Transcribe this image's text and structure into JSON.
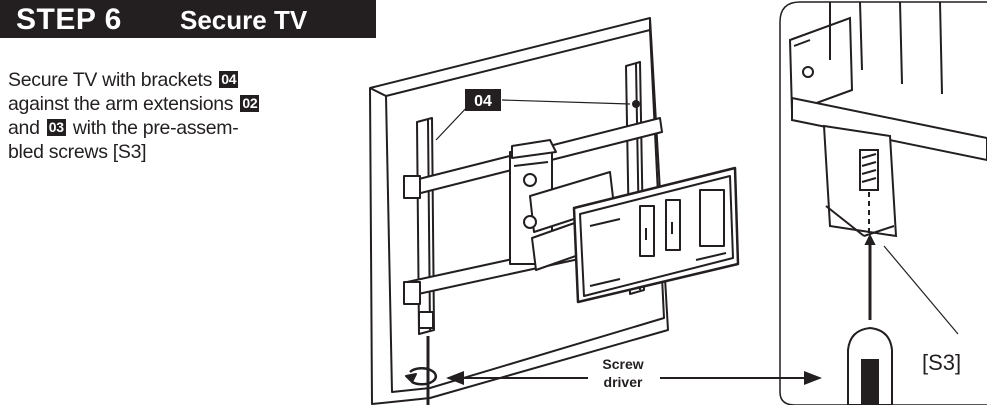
{
  "header": {
    "step_label": "STEP 6",
    "title": "Secure TV"
  },
  "instructions": {
    "line1_text": "Secure TV with brackets",
    "line1_badge": "04",
    "line2_text": "against the arm extensions",
    "line2_badge": "02",
    "line3_text_a": "and",
    "line3_badge": "03",
    "line3_text_b": "with the pre-assem-",
    "line4_text": "bled screws [S3]"
  },
  "diagram": {
    "bracket_callout": "04",
    "tool_label_line1": "Screw",
    "tool_label_line2": "driver",
    "screw_callout": "[S3]"
  }
}
